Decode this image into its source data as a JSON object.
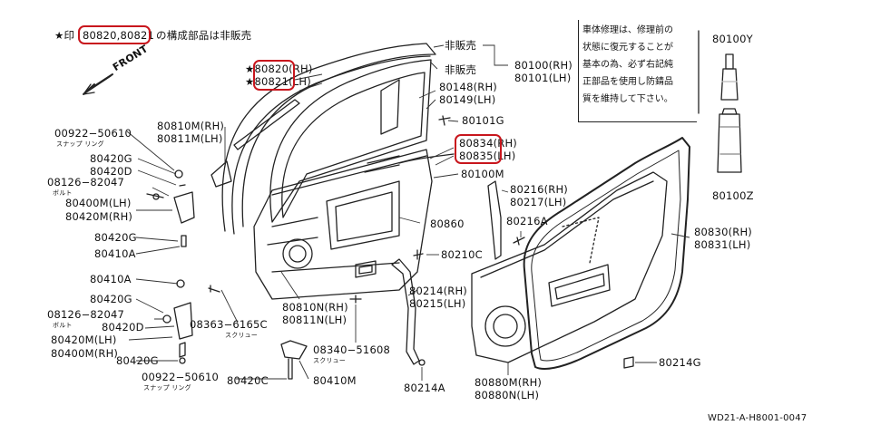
{
  "header": {
    "star_prefix": "★印",
    "part_refs": "80820,80821",
    "suffix": "の構成部品は非販売"
  },
  "front_label": "FRONT",
  "note": {
    "lines": [
      "車体修理は、修理前の",
      "状態に復元することが",
      "基本の為、必ず右記純",
      "正部品を使用し防錆品",
      "質を維持して下さい。"
    ]
  },
  "sealants": {
    "spray": "80100Y",
    "can": "80100Z"
  },
  "labels": {
    "hanbai1": "非販売",
    "hanbai2": "非販売",
    "p80820": "★80820(RH)",
    "p80821": "★80821(LH)",
    "p80100rh": "80100(RH)",
    "p80101lh": "80101(LH)",
    "p80148": "80148(RH)",
    "p80149": "80149(LH)",
    "p80101g": "80101G",
    "p80834": "80834(RH)",
    "p80835": "80835(LH)",
    "p80100m": "80100M",
    "p00922a": "00922−50610",
    "p00922a_sub": "スナップ リング",
    "p80810m": "80810M(RH)",
    "p80811m": "80811M(LH)",
    "p80420g1": "80420G",
    "p80420d1": "80420D",
    "p08126a": "08126−82047",
    "p08126a_sub": "ボルト",
    "p80400m1": "80400M(LH)",
    "p80420m1": "80420M(RH)",
    "p80420g2": "80420G",
    "p80410a1": "80410A",
    "p80410a2": "80410A",
    "p80420g3": "80420G",
    "p08126b": "08126−82047",
    "p08126b_sub": "ボルト",
    "p80420d2": "80420D",
    "p80420m2": "80420M(LH)",
    "p80400m2": "80400M(RH)",
    "p80420g4": "80420G",
    "p00922b": "00922−50610",
    "p00922b_sub": "スナップ リング",
    "p80420c": "80420C",
    "p80410m": "80410M",
    "p08363": "08363−6165C",
    "p08363_sub": "スクリュー",
    "p80810n": "80810N(RH)",
    "p80811n": "80811N(LH)",
    "p08340": "08340−51608",
    "p08340_sub": "スクリュー",
    "p80860": "80860",
    "p80210c": "80210C",
    "p80214rh": "80214(RH)",
    "p80215lh": "80215(LH)",
    "p80214a": "80214A",
    "p80216rh": "80216(RH)",
    "p80217lh": "80217(LH)",
    "p80216a": "80216A",
    "p80830": "80830(RH)",
    "p80831": "80831(LH)",
    "p80214g": "80214G",
    "p80880m": "80880M(RH)",
    "p80880n": "80880N(LH)"
  },
  "footer_code": "WD21-A-H8001-0047",
  "highlight_color": "#c8161d"
}
